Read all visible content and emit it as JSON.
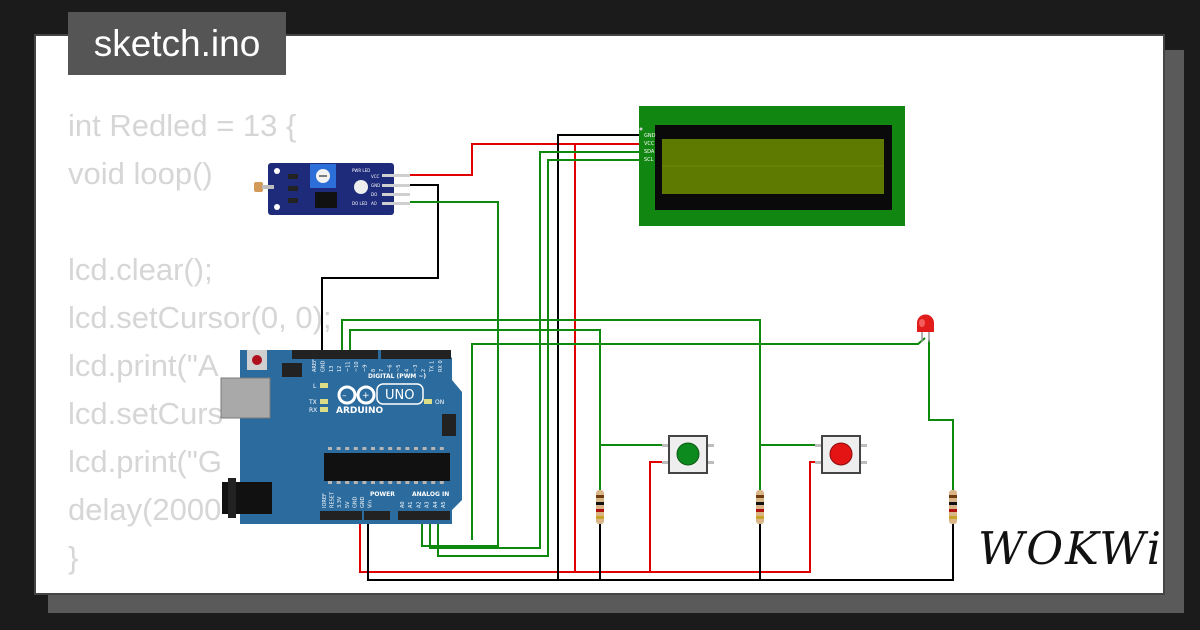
{
  "file_tab": {
    "label": "sketch.ino"
  },
  "code_lines": [
    "int Redled = 13 {",
    "void loop()",
    "",
    "lcd.clear();",
    "lcd.setCursor(0, 0);",
    "lcd.print(\"A",
    "lcd.setCurs",
    "lcd.print(\"G",
    "delay(2000",
    "}"
  ],
  "arduino": {
    "model": "UNO",
    "brand": "ARDUINO",
    "header_digital": "DIGITAL (PWM ~)",
    "header_power": "POWER",
    "header_analog": "ANALOG IN",
    "led_l": "L",
    "led_tx": "TX",
    "led_rx": "RX",
    "on_label": "ON",
    "power_pins": [
      "IOREF",
      "RESET",
      "3.3V",
      "5V",
      "GND",
      "GND",
      "Vin"
    ],
    "analog_pins": [
      "A0",
      "A1",
      "A2",
      "A3",
      "A4",
      "A5"
    ],
    "digital_pins": [
      "AREF",
      "GND",
      "13",
      "12",
      "~11",
      "~10",
      "~9",
      "8",
      "7",
      "~6",
      "~5",
      "4",
      "~3",
      "2",
      "TX 1",
      "RX 0"
    ]
  },
  "lcd_pins": [
    "GND",
    "VCC",
    "SDA",
    "SCL"
  ],
  "sensor_pins": [
    "VCC",
    "GND",
    "DO",
    "AO"
  ],
  "sensor_labels": [
    "PWR LED",
    "DO LED"
  ],
  "logo": {
    "text": "WOKWi"
  },
  "colors": {
    "wire_red": "#e00000",
    "wire_green": "#0d8a0d",
    "wire_black": "#000000",
    "arduino_board": "#2b6b9e",
    "lcd_board": "#118611",
    "lcd_screen": "#5f7a00",
    "sensor_board": "#1e2a7a"
  }
}
